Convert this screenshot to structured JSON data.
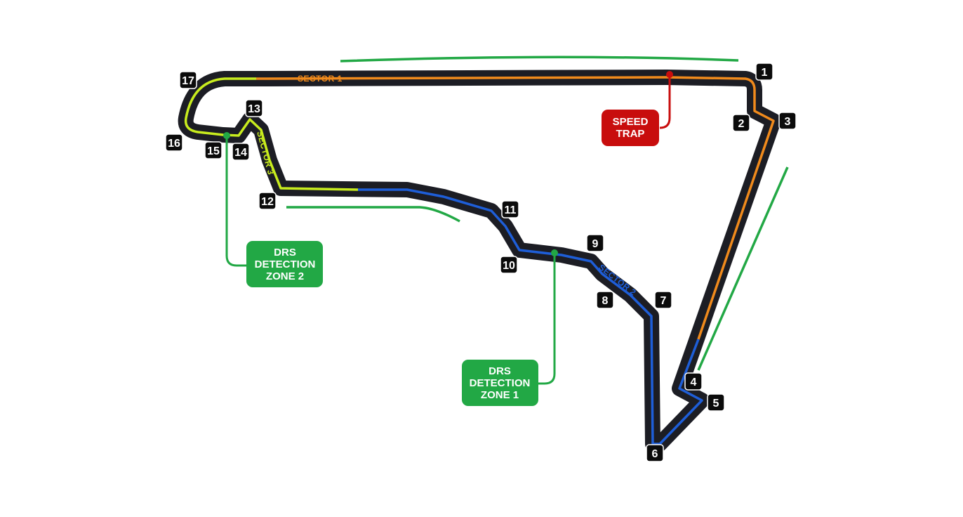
{
  "colors": {
    "track_outline": "#1c1d24",
    "sector1": "#f08a1c",
    "sector2": "#1e5ed8",
    "sector3": "#c8ec1e",
    "drs_zone": "#22a845",
    "speed_trap": "#c80d0d",
    "detection_label": "#22a845",
    "turn_marker": "#0b0b0b"
  },
  "sectors": [
    {
      "id": "s1",
      "label": "SECTOR 1"
    },
    {
      "id": "s2",
      "label": "SECTOR 2"
    },
    {
      "id": "s3",
      "label": "SECTOR 3"
    }
  ],
  "turns": [
    "1",
    "2",
    "3",
    "4",
    "5",
    "6",
    "7",
    "8",
    "9",
    "10",
    "11",
    "12",
    "13",
    "14",
    "15",
    "16",
    "17"
  ],
  "speed_trap": {
    "line1": "SPEED",
    "line2": "TRAP"
  },
  "detection_zones": [
    {
      "line1": "DRS",
      "line2": "DETECTION",
      "line3": "ZONE 1"
    },
    {
      "line1": "DRS",
      "line2": "DETECTION",
      "line3": "ZONE 2"
    }
  ]
}
